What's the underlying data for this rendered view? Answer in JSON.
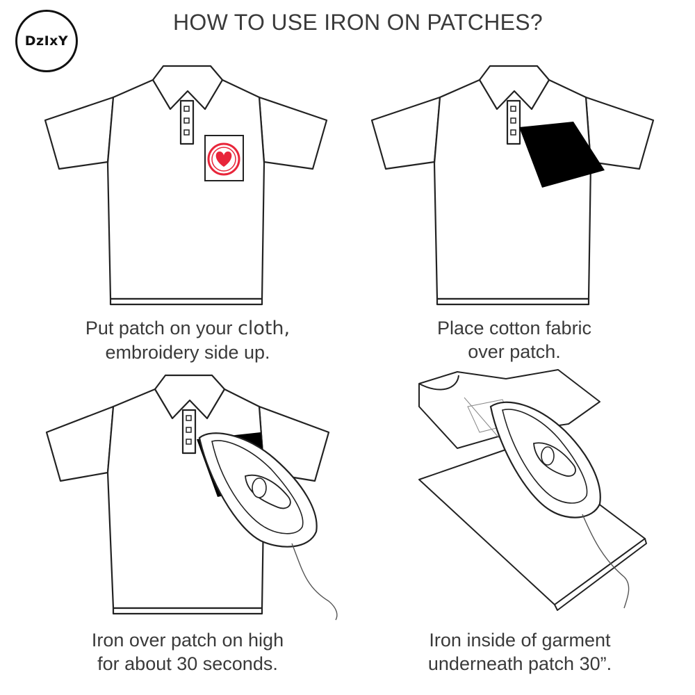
{
  "logo": {
    "text": "DzIxY"
  },
  "title": "HOW TO USE IRON ON PATCHES?",
  "steps": [
    {
      "line1_a": "Put patch on your ",
      "line1_b": "cloth,",
      "line2": "embroidery side up."
    },
    {
      "line1": "Place cotton fabric",
      "line2": "over patch."
    },
    {
      "line1": "Iron over patch on high",
      "line2": "for about 30 seconds."
    },
    {
      "line1": "Iron inside of garment",
      "line2": "underneath patch 30”."
    }
  ],
  "colors": {
    "patch_red": "#e8253a",
    "ink": "#222222",
    "fabric": "#000000"
  },
  "icons": [
    "polo-shirt-icon",
    "heart-patch-icon",
    "cotton-fabric-icon",
    "iron-icon",
    "inside-out-garment-icon"
  ]
}
